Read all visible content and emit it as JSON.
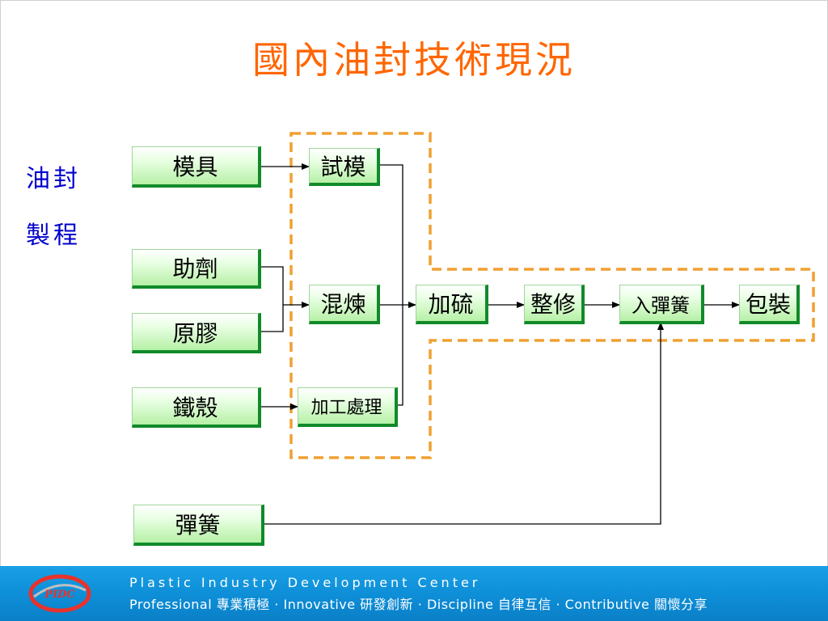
{
  "slide": {
    "title": "國內油封技術現況",
    "side_label_line1": "油封",
    "side_label_line2": "製程"
  },
  "boxes": {
    "mold": "模具",
    "additive": "助劑",
    "raw_rubber": "原膠",
    "iron_shell": "鐵殼",
    "spring": "彈簧",
    "trial_mold": "試模",
    "mixing": "混煉",
    "processing": "加工處理",
    "vulcanize": "加硫",
    "trim": "整修",
    "insert_spring": "入彈簧",
    "packaging": "包裝"
  },
  "footer": {
    "org_name": "Plastic Industry Development Center",
    "motto": "Professional 專業積極 · Innovative 研發創新 · Discipline 自律互信 · Contributive 關懷分享",
    "logo_text": "PIDC"
  },
  "colors": {
    "title": "#ff6600",
    "side_label": "#0000cc",
    "box_border": "#118a2a",
    "dashed_region": "#f0a030",
    "footer_bg": "#0e8fd8"
  }
}
